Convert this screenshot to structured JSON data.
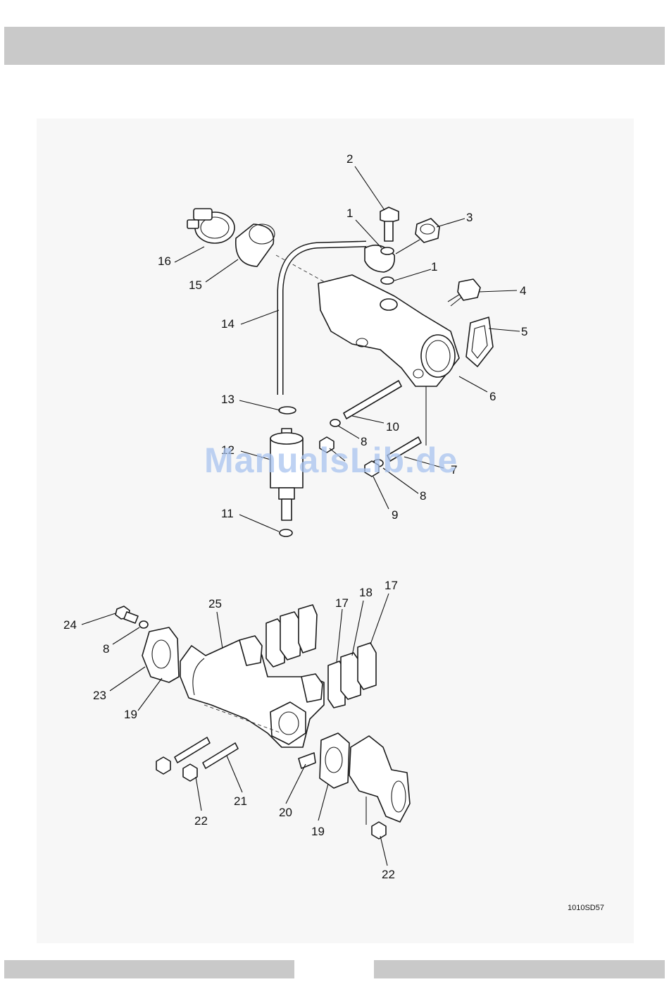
{
  "watermark": "ManualsLib.de",
  "figure_code": "1010SD57",
  "callouts": {
    "c1a": "1",
    "c1b": "1",
    "c2": "2",
    "c3": "3",
    "c4": "4",
    "c5": "5",
    "c6": "6",
    "c7": "7",
    "c8a": "8",
    "c8b": "8",
    "c9": "9",
    "c10": "10",
    "c11": "11",
    "c12": "12",
    "c13": "13",
    "c14": "14",
    "c15": "15",
    "c16": "16",
    "c17a": "17",
    "c17b": "17",
    "c18": "18",
    "c19a": "19",
    "c19b": "19",
    "c20": "20",
    "c21": "21",
    "c22a": "22",
    "c22b": "22",
    "c23": "23",
    "c8c": "8",
    "c24": "24",
    "c25": "25"
  }
}
